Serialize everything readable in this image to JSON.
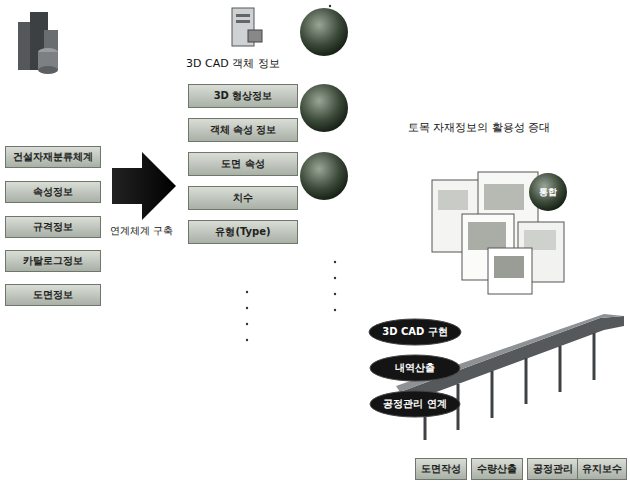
{
  "diagram": {
    "nodes": [
      {
        "text": [
          "건설자재분류체계"
        ]
      },
      {
        "text": [
          "속성정보"
        ]
      },
      {
        "text": [
          "규격정보"
        ]
      },
      {
        "text": [
          "카탈로그정보"
        ]
      },
      {
        "text": [
          "도면정보"
        ]
      },
      {
        "text": [
          "3D 형상정보"
        ]
      },
      {
        "text": [
          "객체 속성 정보"
        ]
      },
      {
        "text": [
          "도면 속성"
        ]
      },
      {
        "text": [
          "치수"
        ]
      },
      {
        "text": [
          "유형(Type)"
        ]
      },
      {
        "text": [
          "통합"
        ]
      },
      {
        "text": [
          "3D CAD 구현"
        ]
      },
      {
        "text": [
          "내역산출"
        ]
      },
      {
        "text": [
          "공정관리 연계"
        ]
      },
      {
        "text": [
          "도면작성"
        ]
      },
      {
        "text": [
          "수량산출"
        ]
      },
      {
        "text": [
          "공정관리"
        ]
      },
      {
        "text": [
          "유지보수"
        ]
      }
    ],
    "labels": [
      "3D CAD 객체 정보",
      "연계체계 구축",
      "토목 자재정보의 활용성 증대"
    ]
  }
}
